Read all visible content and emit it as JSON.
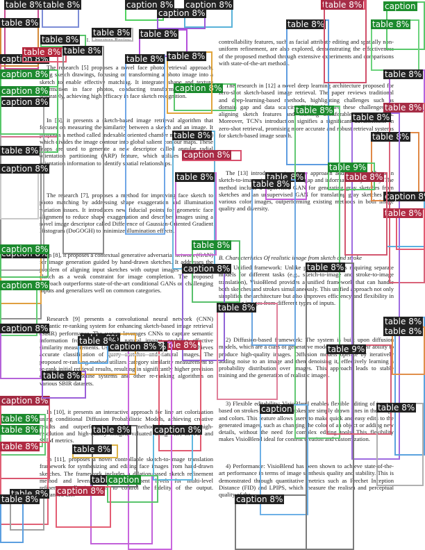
{
  "running_head": "II. Literature Review",
  "left_column": {
    "subsection": "Review",
    "paragraphs": [
      "The research [5] proposes a novel face photo retrieval approach, using sketch drawings, focusing on transforming a photo image into a sketch to enable effective matching. It integrates shape and texture information in face photos, conducting transformation on them separately, achieving high efficacy in face sketch recognition.",
      "In [6], it presents a sketch-based image retrieval algorithm that focuses on measuring the similarity between a sketch and an image. It proposes a method called indexable oriented chamfer matching (IOCM) which divides the image contour into global salient contour maps. These maps are used to generate a new descriptor called angular radial orientation partitioning (ARP) feature, which utilizes edge pixels' orientation information to identify spatial relationships.",
      "The research [7], proposes a method for improving face sketch to photo matching by addressing shape exaggeration and illumination variation issues. It introduces new fiducial points for geometric face alignment to reduce shape exaggeration and describes images using a novel image descriptor called Difference of Gaussian-Oriented Gradient Histogram (DoGOGH) to minimize illumination effects.",
      "In [8], it proposes a contextual generative adversarial network (GAN) for image generation guided by hand-drawn sketches. It addresses the problem of aligning input sketches with output images by using the sketch as a weak constraint for image completion. The proposed approach outperforms state-of-the-art conditional GANs on challenging inputs and generalizes well on common categories.",
      "Research [9] presents a convolutional neural network (CNN) semantic re-ranking system for enhancing sketch-based image retrieval (SBIR) performance. The system leverages CNNs to capture semantic information from sketches and natural images, enabling effective similarity measurements. Using a dual CNN model, the system achieves accurate classification of query sketches and natural images. The proposed re-ranking method utilizes category similarity measurement to re-rank initial retrieval results, resulting in significantly higher precision compared to baseline systems and other re-ranking algorithms on various SBIR datasets.",
      "In [10], it presents an interactive approach for line art colorization using conditional Diffusion Probabilistic Models, achieving creative results and outperforming existing methods in generating high-resolution and high-quality images, valuated using FID, LPIPS, and SSIM metrics.",
      "In [11], proposes a novel controllable sketch-to-image translation framework for synthesizing and editing face images from hand-drawn sketches. The framework includes a dilation-based sketch refinement method and leverages users' refinement levels for multi-level refinement, allowing users to control the fidelity of the output. Advanced user"
    ]
  },
  "right_column": {
    "paragraphs_top": [
      "controllability features, such as facial attribute editing and spatially non-uniform refinement, are also explored, demonstrating the effectiveness of the proposed method through extensive experiments and comparisons with state-of-the-art methods.",
      "The research in [12] a novel deep learning architecture proposed for zero-shot sketch-based image retrieval. The paper reviews traditional and deep-learning-based methods, highlighting challenges such as domain gap and data scarcity. TCN addresses these challenges by aligning sketch features and learning transferable representations. Moreover, TCN's introduction signifies a significant advancement in zero-shot retrieval, promising more accurate and robust retrieval systems for sketch-based image search.",
      "The [13] introduces a two-stage approach addressing problems in sketch-to-image, including domain gap and information asymmetry. The method include a supervised GAN for generating gray sketches from sketches and an unsupervised GAN for translating gray sketches into various color images, outperforming existing methods in both image quality and diversity."
    ],
    "subsection": "B. Characteristics Of realistic image from sketch and stroke",
    "paragraphs_bottom": [
      "1) Unified framework: Unlike previous methods requiring separate models for different tasks (e.g., sketch-to-image and stroke-to-image translation), VisioBlend provides a unified framework that can handle both sketches and strokes simultaneously. This unified approach not only simplifies the architecture but also improves efficiency and flexibility in generating images from different types of inputs.",
      "2) Diffusion-based framework: The system is built upon diffusion models, which are a class of generative models known for their ability to produce high-quality images. Diffusion models operate by iteratively adding noise to an image and then denoising it, effectively learning a probability distribution over images. This approach leads to stable training and the generation of realistic images.",
      "3) Flexible editability: VisioBlend enables flexible editing of images based on strokes and colors. Strokes are simply drawn lines in the image and colors. This feature allows users to make quick and easy edits to the generated images, such as changing the color of an object or adding new details, without the need for complex editing tools. This flexibility makes VisioBlend ideal for content creation and customization.",
      "4) Performance: VisioBlend has been shown to achieve state-of-the-art performance in terms of image synthesis quality and stability. This is demonstrated through quantitative metrics such as Frechet Inception Distance (FID) and LPIPS, which measure the realism and perceptual quality of the"
    ]
  },
  "annotations": [
    {
      "label": "table 8%",
      "box_color": "#c74a8f",
      "label_bg": "#222222"
    },
    {
      "label": "table 8%",
      "box_color": "#7c8cd6",
      "label_bg": "#222222"
    },
    {
      "label": "caption 8%",
      "box_color": "#4fd15f",
      "label_bg": "#222222"
    },
    {
      "label": "caption 8%",
      "box_color": "#58b2d8",
      "label_bg": "#222222"
    },
    {
      "label": "table 8%",
      "box_color": "#e0546c",
      "label_bg": "#b3243c"
    },
    {
      "label": "caption",
      "box_color": "#59c86b",
      "label_bg": "#1f8f2f"
    },
    {
      "label": "caption 8%",
      "box_color": "#9a5ad8",
      "label_bg": "#222222"
    },
    {
      "label": "table 8%",
      "box_color": "#d48a38",
      "label_bg": "#222222"
    },
    {
      "label": "table 8%",
      "box_color": "#b34edb",
      "label_bg": "#222222"
    },
    {
      "label": "table 8%",
      "box_color": "#b8b8b8",
      "label_bg": "#222222"
    },
    {
      "label": "table 8%",
      "box_color": "#5e9ce0",
      "label_bg": "#222222"
    },
    {
      "label": "table 8%",
      "box_color": "#d04f6a",
      "label_bg": "#a62c47"
    },
    {
      "label": "table 8%",
      "box_color": "#58c46a",
      "label_bg": "#222222"
    },
    {
      "label": "table 8%",
      "box_color": "#6bd37c",
      "label_bg": "#1d8a2e"
    },
    {
      "label": "caption 8%",
      "box_color": "#d56b8a",
      "label_bg": "#222222"
    },
    {
      "label": "table 8%",
      "box_color": "#e65a6f",
      "label_bg": "#b4283d"
    },
    {
      "label": "table 8%",
      "box_color": "#8c8c8c",
      "label_bg": "#222222"
    },
    {
      "label": "caption 8%",
      "box_color": "#5ac76c",
      "label_bg": "#1c8a2e"
    },
    {
      "label": "table 8%",
      "box_color": "#6fa6e6",
      "label_bg": "#222222"
    },
    {
      "label": "table 8%",
      "box_color": "#e0a43c",
      "label_bg": "#222222"
    },
    {
      "label": "caption 8%",
      "box_color": "#4dc461",
      "label_bg": "#1d8a30"
    },
    {
      "label": "caption 8%",
      "box_color": "#a6a6a6",
      "label_bg": "#222222"
    },
    {
      "label": "table 8%",
      "box_color": "#b562de",
      "label_bg": "#222222"
    },
    {
      "label": "table 8%",
      "box_color": "#d96279",
      "label_bg": "#a62d45"
    },
    {
      "label": "caption 8%",
      "box_color": "#57c769",
      "label_bg": "#1c8a2e"
    },
    {
      "label": "table 8%",
      "box_color": "#67b4da",
      "label_bg": "#222222"
    },
    {
      "label": "table 8%",
      "box_color": "#e08946",
      "label_bg": "#222222"
    },
    {
      "label": "table 8%",
      "box_color": "#9e6be0",
      "label_bg": "#222222"
    },
    {
      "label": "caption 8%",
      "box_color": "#d84f6c",
      "label_bg": "#a82a45"
    },
    {
      "label": "table 8%",
      "box_color": "#8f8f8f",
      "label_bg": "#222222"
    },
    {
      "label": "table 9%",
      "box_color": "#59c86b",
      "label_bg": "#1c8a2e"
    },
    {
      "label": "table 8%",
      "box_color": "#c25ad9",
      "label_bg": "#222222"
    },
    {
      "label": "caption 8%",
      "box_color": "#5ab0e0",
      "label_bg": "#222222"
    },
    {
      "label": "table 8%",
      "box_color": "#e35b72",
      "label_bg": "#b02b43"
    },
    {
      "label": "caption 8%",
      "box_color": "#c9c9c9",
      "label_bg": "#222222"
    },
    {
      "label": "table 8%",
      "box_color": "#62c873",
      "label_bg": "#1d8a2e"
    },
    {
      "label": "table 8%",
      "box_color": "#c76bd1",
      "label_bg": "#222222"
    },
    {
      "label": "caption 8%",
      "box_color": "#e0a040",
      "label_bg": "#222222"
    },
    {
      "label": "table 8%",
      "box_color": "#6aa5e0",
      "label_bg": "#222222"
    },
    {
      "label": "table 8%",
      "box_color": "#d3566f",
      "label_bg": "#a32a42"
    },
    {
      "label": "table 8%",
      "box_color": "#58c06b",
      "label_bg": "#1c8a2e"
    },
    {
      "label": "caption 8%",
      "box_color": "#9063d6",
      "label_bg": "#222222"
    },
    {
      "label": "table 8%",
      "box_color": "#7a7a7a",
      "label_bg": "#222222"
    },
    {
      "label": "table 8%",
      "box_color": "#e07f9a",
      "label_bg": "#222222"
    },
    {
      "label": "caption 8%",
      "box_color": "#63cc75",
      "label_bg": "#1d8a2e"
    },
    {
      "label": "table 8%",
      "box_color": "#5aa2de",
      "label_bg": "#222222"
    },
    {
      "label": "table 9%",
      "box_color": "#d55e74",
      "label_bg": "#222222"
    },
    {
      "label": "caption 8%",
      "box_color": "#b563d9",
      "label_bg": "#222222"
    },
    {
      "label": "table 8%",
      "box_color": "#e0a23c",
      "label_bg": "#222222"
    },
    {
      "label": "table 8%",
      "box_color": "#b0b0b0",
      "label_bg": "#222222"
    },
    {
      "label": "caption 8%",
      "box_color": "#56c468",
      "label_bg": "#1c8a2e"
    },
    {
      "label": "table 8%",
      "box_color": "#5fa8e4",
      "label_bg": "#222222"
    },
    {
      "label": "table 8%",
      "box_color": "#e05a70",
      "label_bg": "#b02b43"
    },
    {
      "label": "table 8%",
      "box_color": "#c865dd",
      "label_bg": "#222222"
    },
    {
      "label": "caption 8%",
      "box_color": "#d7d7d7",
      "label_bg": "#222222"
    },
    {
      "label": "table 8%",
      "box_color": "#5fc672",
      "label_bg": "#1d8a2e"
    },
    {
      "label": "caption",
      "box_color": "#6eb0e6",
      "label_bg": "#222222"
    },
    {
      "label": "table 8%",
      "box_color": "#e08f4a",
      "label_bg": "#222222"
    },
    {
      "label": "caption 8%",
      "box_color": "#d9566f",
      "label_bg": "#a32a42"
    },
    {
      "label": "table 8%",
      "box_color": "#9b5fd8",
      "label_bg": "#222222"
    },
    {
      "label": "table 8%",
      "box_color": "#6ec97e",
      "label_bg": "#1d8a2e"
    },
    {
      "label": "table 8%",
      "box_color": "#6b6b6b",
      "label_bg": "#222222"
    },
    {
      "label": "caption 8%",
      "box_color": "#60b8e0",
      "label_bg": "#222222"
    },
    {
      "label": "table 8%",
      "box_color": "#e06075",
      "label_bg": "#b02b43"
    },
    {
      "label": "table 8%",
      "box_color": "#ddb346",
      "label_bg": "#222222"
    },
    {
      "label": "table 8%",
      "box_color": "#c160d9",
      "label_bg": "#222222"
    },
    {
      "label": "caption",
      "box_color": "#58c46b",
      "label_bg": "#1c8a2e"
    },
    {
      "label": "table 8%",
      "box_color": "#a0a0a0",
      "label_bg": "#222222"
    },
    {
      "label": "table 8%",
      "box_color": "#5b9fe0",
      "label_bg": "#222222"
    },
    {
      "label": "caption 8%",
      "box_color": "#e35d73",
      "label_bg": "#b02b43"
    },
    {
      "label": "caption 8%",
      "box_color": "#7a7a7a",
      "label_bg": "#222222"
    }
  ]
}
